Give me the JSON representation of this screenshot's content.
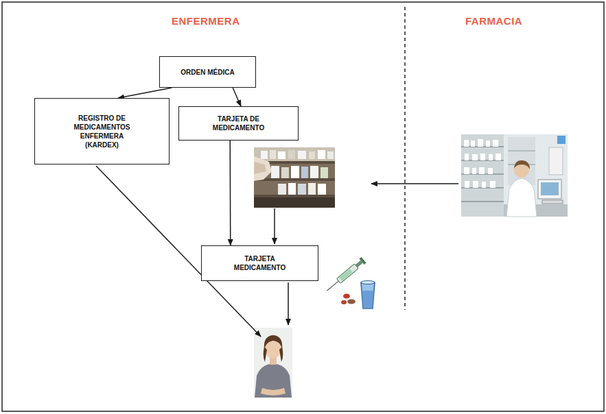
{
  "diagram": {
    "nodes": [
      {
        "text": [
          "ORDEN MÉDICA"
        ]
      },
      {
        "text": [
          "REGISTRO DE MEDICAMENTOS ENFERMERA (KARDEX)"
        ]
      },
      {
        "text": [
          "TARJETA DE MEDICAMENTO"
        ]
      },
      {
        "text": [
          "TARJETA MEDICAMENTO"
        ]
      }
    ],
    "edges": [
      {
        "from": 0,
        "to": 1,
        "arrow": "to"
      },
      {
        "from": 0,
        "to": 2,
        "arrow": "to"
      },
      {
        "from": 2,
        "to": 3,
        "arrow": "to"
      }
    ],
    "labels": [
      "ENFERMERA",
      "FARMACIA"
    ]
  }
}
